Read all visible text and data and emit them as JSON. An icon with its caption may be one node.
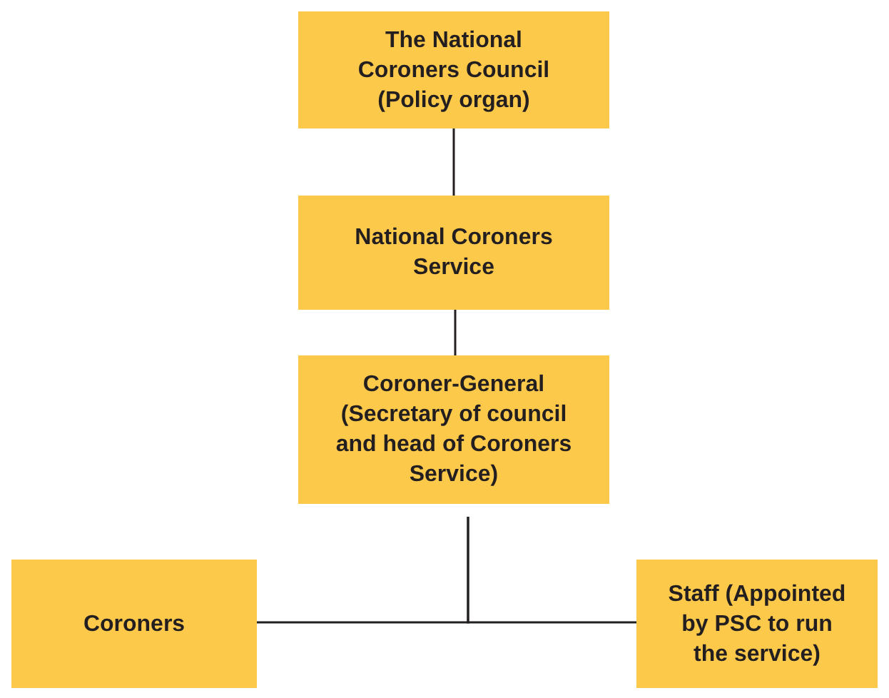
{
  "diagram": {
    "nodes": [
      {
        "text": [
          "The National Coroners Council (Policy organ)"
        ]
      },
      {
        "text": [
          "National Coroners Service"
        ]
      },
      {
        "text": [
          "Coroner-General (Secretary of council and head of Coroners Service)"
        ]
      },
      {
        "text": [
          "Coroners"
        ]
      },
      {
        "text": [
          "Staff (Appointed by PSC to run the service)"
        ]
      }
    ],
    "edges": [
      {
        "from": 0,
        "to": 1,
        "arrow": "none"
      },
      {
        "from": 1,
        "to": 2,
        "arrow": "none"
      },
      {
        "from": 2,
        "to": 3,
        "arrow": "none"
      },
      {
        "from": 2,
        "to": 4,
        "arrow": "none"
      }
    ]
  }
}
